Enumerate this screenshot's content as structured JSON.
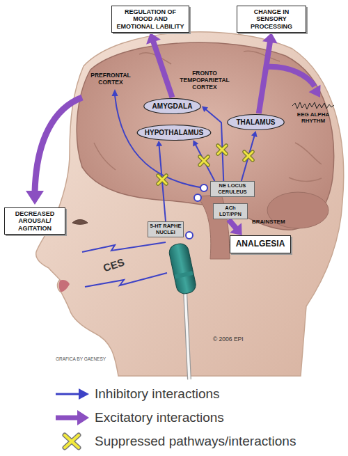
{
  "diagram": {
    "nodes": [
      {
        "text": [
          "REGULATION OF MOOD AND EMOTIONAL LABILITY"
        ]
      },
      {
        "text": [
          "CHANGE IN SENSORY PROCESSING"
        ]
      },
      {
        "text": [
          "AMYGDALA"
        ]
      },
      {
        "text": [
          "THALAMUS"
        ]
      },
      {
        "text": [
          "HYPOTHALAMUS"
        ]
      },
      {
        "text": [
          "NE LOCUS CERULEUS"
        ]
      },
      {
        "text": [
          "ACh LDT/PPN"
        ]
      },
      {
        "text": [
          "5-HT RAPHE NUCLEI"
        ]
      },
      {
        "text": [
          "DECREASED AROUSAL/ AGITATION"
        ]
      },
      {
        "text": [
          "ANALGESIA"
        ]
      }
    ],
    "edges": [
      {
        "from": 5,
        "to": 3,
        "arrow": "to"
      },
      {
        "from": 5,
        "to": 4,
        "arrow": "to"
      },
      {
        "from": 7,
        "to": 4,
        "arrow": "to"
      },
      {
        "from": 5,
        "to": 2,
        "arrow": "to"
      },
      {
        "from": 2,
        "to": 0,
        "arrow": "to"
      },
      {
        "from": 3,
        "to": 1,
        "arrow": "to"
      },
      {
        "from": 6,
        "to": 9,
        "arrow": "to"
      }
    ],
    "labels": [
      "PREFRONTAL CORTEX",
      "FRONTO TEMPOPARIETAL CORTEX",
      "EEG ALPHA RHYTHM",
      "BRAINSTEM",
      "CES",
      "GRAFICA BY GAENESY",
      "© 2006 EPI"
    ],
    "legend": [
      {
        "text": "Inhibitory interactions"
      },
      {
        "text": "Excitatory interactions"
      },
      {
        "text": "Suppressed pathways/interactions"
      }
    ]
  }
}
